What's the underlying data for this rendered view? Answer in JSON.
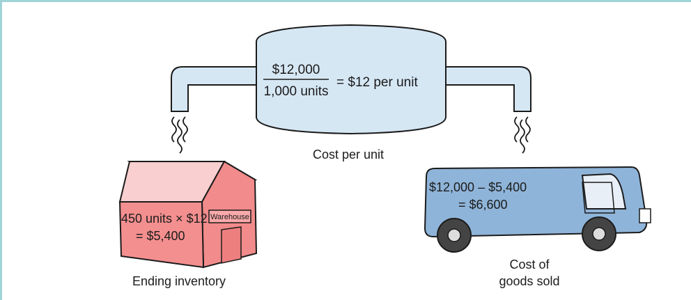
{
  "tank": {
    "numerator": "$12,000",
    "denominator": "1,000 units",
    "result": "= $12 per unit",
    "caption": "Cost per unit"
  },
  "warehouse": {
    "line1": "450 units × $12",
    "line2": "= $5,400",
    "sign": "Warehouse",
    "caption": "Ending inventory"
  },
  "truck": {
    "line1": "$12,000 – $5,400",
    "line2": "= $6,600",
    "caption_line1": "Cost of",
    "caption_line2": "goods sold"
  },
  "colors": {
    "tank_fill": "#d6e7f4",
    "truck_fill": "#8fb4d9",
    "warehouse_front": "#f28b8b",
    "warehouse_roof": "#f7c2c2",
    "frame": "#9fd3d8"
  }
}
